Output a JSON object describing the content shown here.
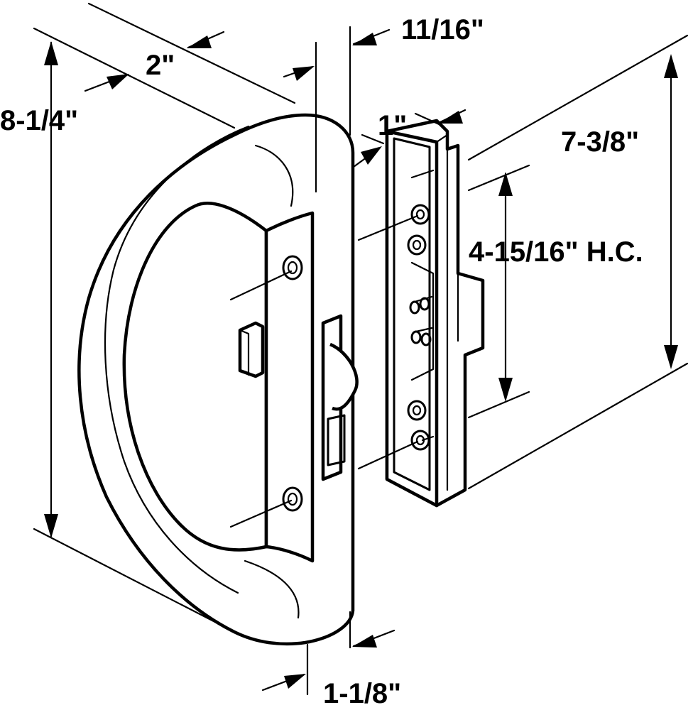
{
  "dimensions": {
    "overall_height": "8-1/4\"",
    "handle_width": "2\"",
    "plate_width": "11/16\"",
    "keeper_depth": "1\"",
    "keeper_height": "7-3/8\"",
    "hole_center": "4-15/16\" H.C.",
    "base_width": "1-1/8\""
  },
  "colors": {
    "line": "#000000",
    "background": "#ffffff"
  }
}
